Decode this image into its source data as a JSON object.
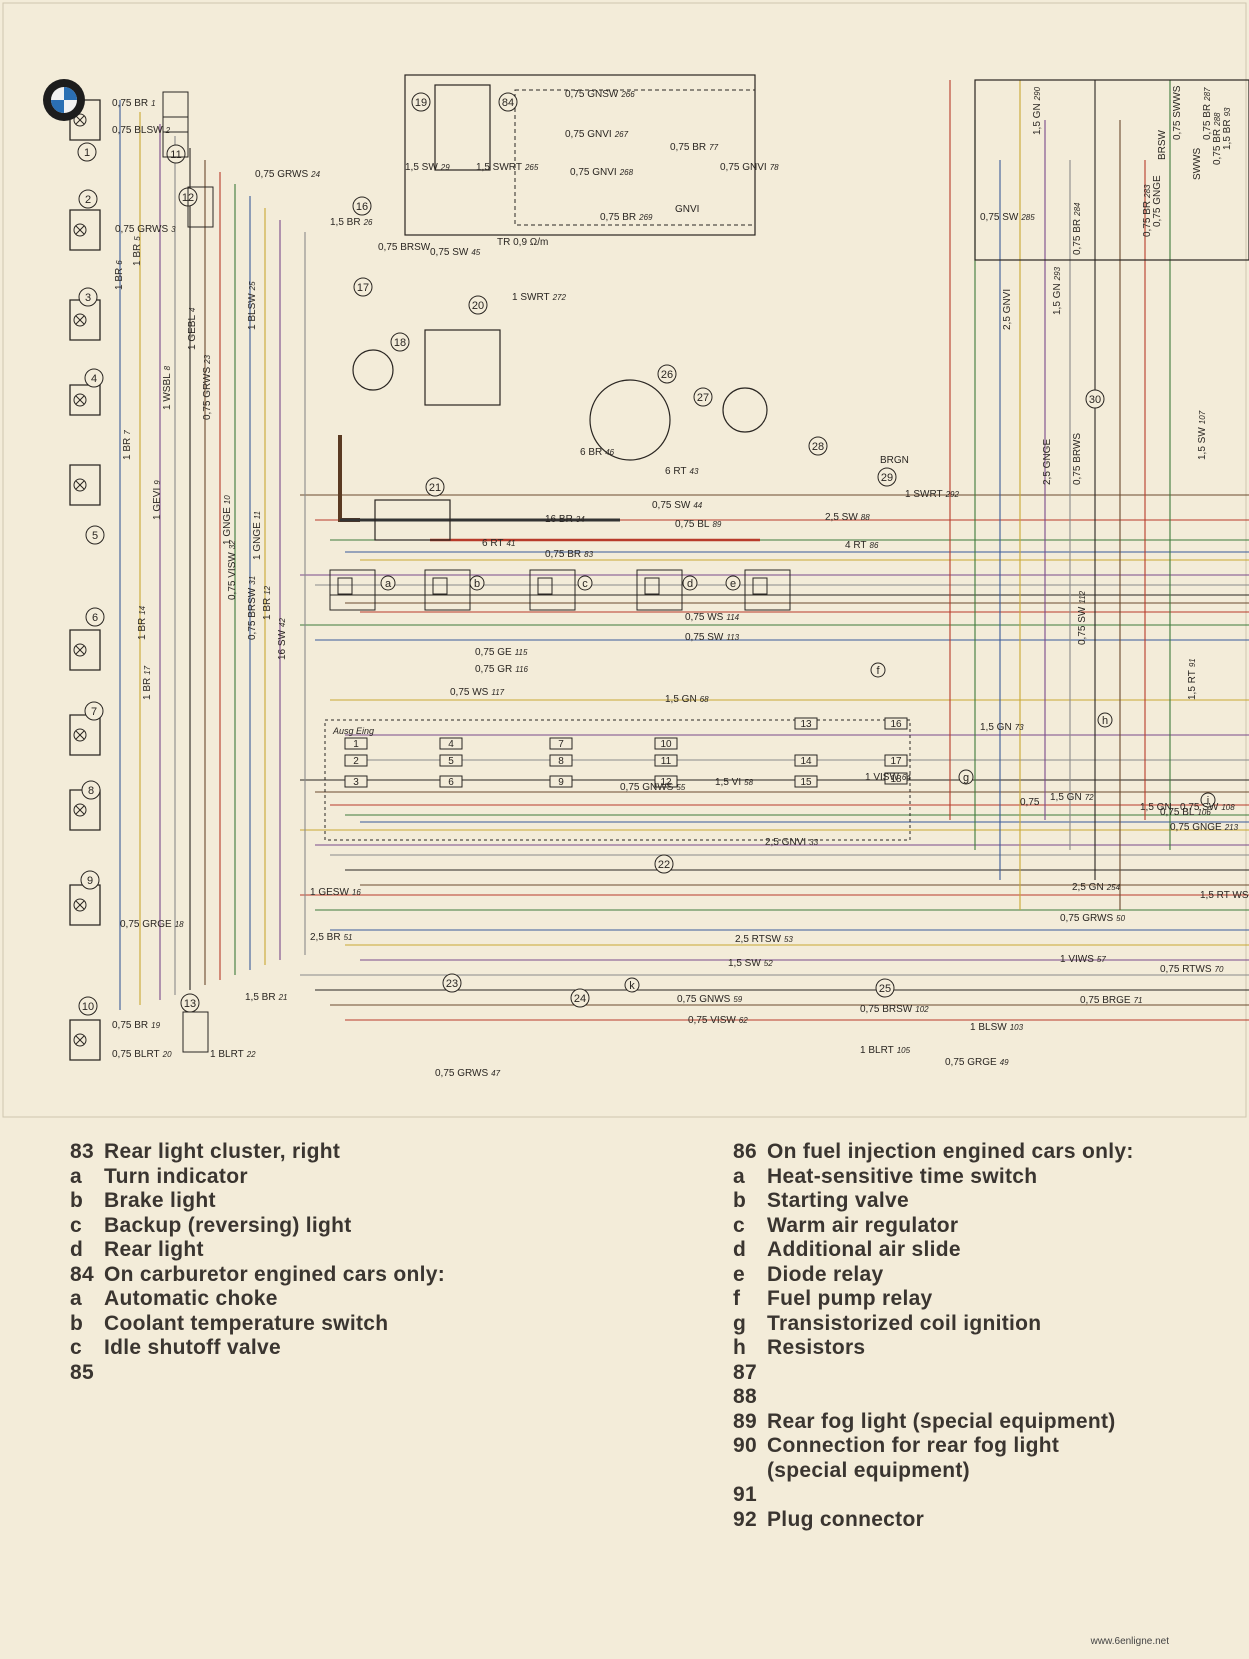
{
  "diagram": {
    "wires": [
      {
        "label": "0,75 BR",
        "num": "1"
      },
      {
        "label": "0,75 BLSW",
        "num": "2"
      },
      {
        "label": "0,75 GRWS",
        "num": "24"
      },
      {
        "label": "0,75 GRWS",
        "num": "3"
      },
      {
        "label": "1 BR",
        "num": "5"
      },
      {
        "label": "1 BR",
        "num": "6"
      },
      {
        "label": "1 GEBL",
        "num": "4"
      },
      {
        "label": "1 BLSW",
        "num": "25"
      },
      {
        "label": "1 WSBL",
        "num": "8"
      },
      {
        "label": "0,75 GRWS",
        "num": "23"
      },
      {
        "label": "1 BR",
        "num": "7"
      },
      {
        "label": "1 GEVI",
        "num": "9"
      },
      {
        "label": "1 GNGE",
        "num": "10"
      },
      {
        "label": "1 GNGE",
        "num": "11"
      },
      {
        "label": "1 BR",
        "num": "12"
      },
      {
        "label": "1 BR",
        "num": "14"
      },
      {
        "label": "1 BR",
        "num": "17"
      },
      {
        "label": "0,75 VISW",
        "num": "32"
      },
      {
        "label": "0,75 BRSW",
        "num": "31"
      },
      {
        "label": "16 SW",
        "num": "42"
      },
      {
        "label": "16 BR",
        "num": "34"
      },
      {
        "label": "6 RT",
        "num": "41"
      },
      {
        "label": "0,75 BR",
        "num": "83"
      },
      {
        "label": "4 RT",
        "num": "86"
      },
      {
        "label": "2,5 SW",
        "num": "88"
      },
      {
        "label": "0,75 SW",
        "num": "44"
      },
      {
        "label": "0,75 BL",
        "num": "89"
      },
      {
        "label": "6 RT",
        "num": "43"
      },
      {
        "label": "6 BR",
        "num": "46"
      },
      {
        "label": "1 SWRT",
        "num": "292"
      },
      {
        "label": "BRGN",
        "num": ""
      },
      {
        "label": "1 SWRT",
        "num": "272"
      },
      {
        "label": "TR 0,9 Ω/m",
        "num": ""
      },
      {
        "label": "1,5 SWRT",
        "num": "265"
      },
      {
        "label": "1,5 SW",
        "num": "29"
      },
      {
        "label": "0,75 SW",
        "num": "45"
      },
      {
        "label": "0,75 BRSW",
        "num": ""
      },
      {
        "label": "1,5 BR",
        "num": "26"
      },
      {
        "label": "0,75 GNSW",
        "num": "266"
      },
      {
        "label": "0,75 GNVI",
        "num": "267"
      },
      {
        "label": "0,75 GNVI",
        "num": "268"
      },
      {
        "label": "0,75 BR",
        "num": "269"
      },
      {
        "label": "0,75 BR",
        "num": "77"
      },
      {
        "label": "GNVI",
        "num": ""
      },
      {
        "label": "0,75 GNVI",
        "num": "78"
      },
      {
        "label": "0,75 GE",
        "num": "115"
      },
      {
        "label": "0,75 GR",
        "num": "116"
      },
      {
        "label": "0,75 WS",
        "num": "114"
      },
      {
        "label": "0,75 SW",
        "num": "113"
      },
      {
        "label": "0,75 WS",
        "num": "117"
      },
      {
        "label": "1,5 GN",
        "num": "68"
      },
      {
        "label": "1,5 VI",
        "num": "58"
      },
      {
        "label": "2,5 GNVI",
        "num": "33"
      },
      {
        "label": "1 VISW",
        "num": "64"
      },
      {
        "label": "1,5 GN",
        "num": "73"
      },
      {
        "label": "2,5 GN",
        "num": "254"
      },
      {
        "label": "1,5 RT WS",
        "num": ""
      },
      {
        "label": "1 GESW",
        "num": "16"
      },
      {
        "label": "0,75 GRGE",
        "num": "18"
      },
      {
        "label": "2,5 BR",
        "num": "51"
      },
      {
        "label": "2,5 RTSW",
        "num": "53"
      },
      {
        "label": "1,5 SW",
        "num": "52"
      },
      {
        "label": "0,75 GNWS",
        "num": "59"
      },
      {
        "label": "0,75 VISW",
        "num": "62"
      },
      {
        "label": "0,75 BRSW",
        "num": "102"
      },
      {
        "label": "1 BLSW",
        "num": "103"
      },
      {
        "label": "1 BLRT",
        "num": "105"
      },
      {
        "label": "0,75 GRGE",
        "num": "49"
      },
      {
        "label": "0,75 GRWS",
        "num": "47"
      },
      {
        "label": "0,75 BR",
        "num": "19"
      },
      {
        "label": "0,75 BLRT",
        "num": "20"
      },
      {
        "label": "1 BLRT",
        "num": "22"
      },
      {
        "label": "1,5 BR",
        "num": "21"
      },
      {
        "label": "0,75 GRWS",
        "num": "50"
      },
      {
        "label": "1 VIWS",
        "num": "57"
      },
      {
        "label": "0,75 RTWS",
        "num": "70"
      },
      {
        "label": "0,75 BRGE",
        "num": "71"
      },
      {
        "label": "0,75 GNWS",
        "num": "55"
      },
      {
        "label": "0,75 SW",
        "num": "112"
      },
      {
        "label": "1,5 RT",
        "num": "91"
      },
      {
        "label": "2,5 GNGE",
        "num": ""
      },
      {
        "label": "0,75 BRWS",
        "num": ""
      },
      {
        "label": "2,5 GNVI",
        "num": ""
      },
      {
        "label": "1,5 GN",
        "num": "293"
      },
      {
        "label": "0,75 SW",
        "num": "285"
      },
      {
        "label": "0,75 BR",
        "num": "284"
      },
      {
        "label": "0,75 BR",
        "num": "283"
      },
      {
        "label": "0,75 GNGE",
        "num": ""
      },
      {
        "label": "1,5 GN",
        "num": "290"
      },
      {
        "label": "BRSW",
        "num": ""
      },
      {
        "label": "0,75 SWWS",
        "num": ""
      },
      {
        "label": "0,75 BR",
        "num": "287"
      },
      {
        "label": "0,75 BR",
        "num": "288"
      },
      {
        "label": "SWWS",
        "num": ""
      },
      {
        "label": "1,5 BR",
        "num": "93"
      },
      {
        "label": "1,5 SW",
        "num": "107"
      },
      {
        "label": "0,75 SW",
        "num": "108"
      },
      {
        "label": "0,75 BL",
        "num": "106"
      },
      {
        "label": "1,5 GN",
        "num": ""
      },
      {
        "label": "0,75 GNGE",
        "num": "213"
      },
      {
        "label": "1,5 GN",
        "num": "72"
      },
      {
        "label": "0,75",
        "num": ""
      }
    ],
    "component_numbers": [
      "1",
      "2",
      "3",
      "4",
      "5",
      "6",
      "7",
      "8",
      "9",
      "10",
      "11",
      "12",
      "13",
      "16",
      "17",
      "18",
      "19",
      "20",
      "21",
      "22",
      "23",
      "24",
      "25",
      "26",
      "27",
      "28",
      "29",
      "30",
      "84"
    ],
    "relay_letters": [
      "a",
      "b",
      "c",
      "d",
      "e",
      "f",
      "g",
      "h",
      "i",
      "k"
    ],
    "fuse_numbers": [
      "1",
      "2",
      "3",
      "4",
      "5",
      "6",
      "7",
      "8",
      "9",
      "10",
      "11",
      "12",
      "13",
      "14",
      "15",
      "16",
      "17",
      "18"
    ],
    "fuse_box_label": "Ausg Eing"
  },
  "legend_left": [
    {
      "key": "83",
      "text": "Rear light cluster, right"
    },
    {
      "key": "a",
      "text": "Turn indicator"
    },
    {
      "key": "b",
      "text": "Brake light"
    },
    {
      "key": "c",
      "text": "Backup (reversing) light"
    },
    {
      "key": "d",
      "text": "Rear light"
    },
    {
      "key": "84",
      "text": "On carburetor engined cars only:"
    },
    {
      "key": "a",
      "text": "Automatic choke"
    },
    {
      "key": "b",
      "text": "Coolant temperature switch"
    },
    {
      "key": "c",
      "text": "Idle shutoff valve"
    },
    {
      "key": "85",
      "text": ""
    }
  ],
  "legend_right": [
    {
      "key": "86",
      "text": "On fuel injection engined cars only:"
    },
    {
      "key": "a",
      "text": "Heat-sensitive time switch"
    },
    {
      "key": "b",
      "text": "Starting valve"
    },
    {
      "key": "c",
      "text": "Warm air regulator"
    },
    {
      "key": "d",
      "text": "Additional air slide"
    },
    {
      "key": "e",
      "text": "Diode relay"
    },
    {
      "key": "f",
      "text": "Fuel pump relay"
    },
    {
      "key": "g",
      "text": "Transistorized coil ignition"
    },
    {
      "key": "h",
      "text": "Resistors"
    },
    {
      "key": "87",
      "text": ""
    },
    {
      "key": "88",
      "text": ""
    },
    {
      "key": "89",
      "text": "Rear fog light (special equipment)"
    },
    {
      "key": "90",
      "text": "Connection for rear fog light"
    },
    {
      "key": "",
      "text": "(special equipment)"
    },
    {
      "key": "91",
      "text": ""
    },
    {
      "key": "92",
      "text": "Plug connector"
    }
  ],
  "footer": "www.6enligne.net",
  "colors": {
    "paper": "#f3ecd9",
    "ink": "#2a2622",
    "wire_brown": "#6b4a2f",
    "wire_red": "#b83a2a",
    "wire_green": "#3d7a3a",
    "wire_blue": "#3a5a9a",
    "wire_yellow": "#c9a832",
    "wire_violet": "#7a4a8a",
    "wire_grey": "#8a8a8a"
  }
}
